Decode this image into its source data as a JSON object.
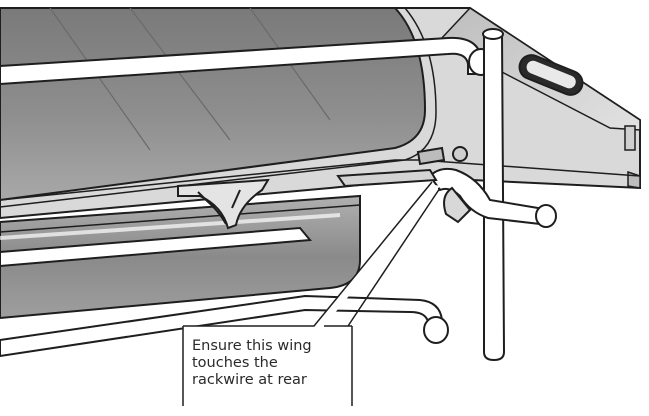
{
  "callout": {
    "lines": [
      "Ensure this wing",
      "touches the",
      "rackwire at rear"
    ]
  },
  "colors": {
    "tray_dark": "#6e6e6e",
    "tray_mid": "#9a9a9a",
    "tray_light": "#d6d6d6",
    "outline": "#1e1e1e",
    "wire_fill": "#ffffff",
    "background": "#ffffff"
  }
}
